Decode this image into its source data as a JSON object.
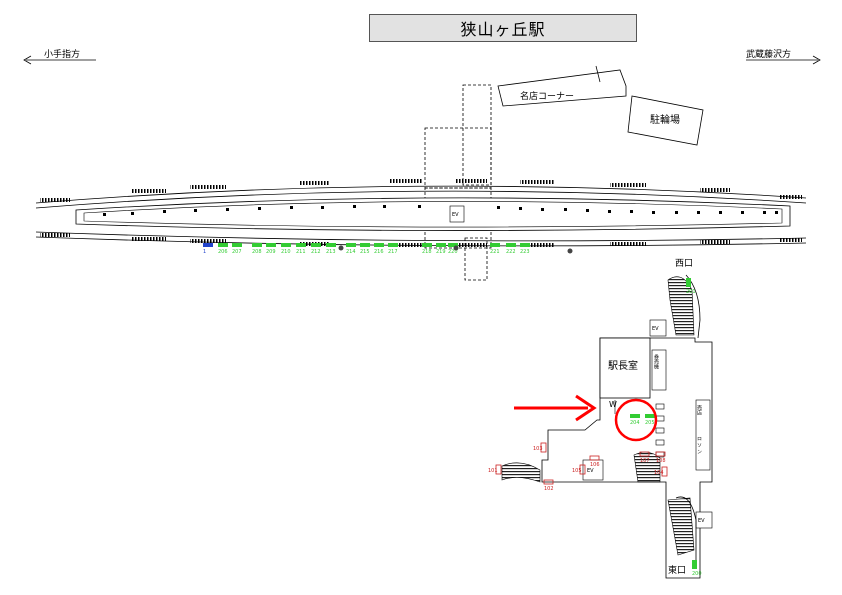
{
  "title": "狭山ヶ丘駅",
  "directions": {
    "left": "小手指方",
    "right": "武蔵藤沢方"
  },
  "labels": {
    "shop_corner": "名店コーナー",
    "bike_parking": "駐輪場",
    "west_exit": "西口",
    "east_exit": "東口",
    "station_office": "駅長室",
    "ev": "EV",
    "w": "W",
    "kiosk": "売店",
    "lawson": "ロ ソ ン",
    "shelter": "券売機"
  },
  "platform_signs": {
    "blue": [
      "1"
    ],
    "green": [
      "206",
      "207",
      "208",
      "209",
      "210",
      "211",
      "212",
      "213",
      "214",
      "215",
      "216",
      "217",
      "218",
      "219",
      "220",
      "221",
      "222",
      "223"
    ]
  },
  "concourse_signs": {
    "green": [
      "200",
      "201",
      "204",
      "205"
    ],
    "red": [
      "101",
      "102",
      "103",
      "104",
      "105",
      "106",
      "107",
      "108"
    ]
  },
  "colors": {
    "highlight": "#ff0000",
    "sign_green": "#33cc33",
    "sign_red": "#cc2222",
    "sign_blue": "#2244cc",
    "title_bg": "#e2e2e2"
  }
}
